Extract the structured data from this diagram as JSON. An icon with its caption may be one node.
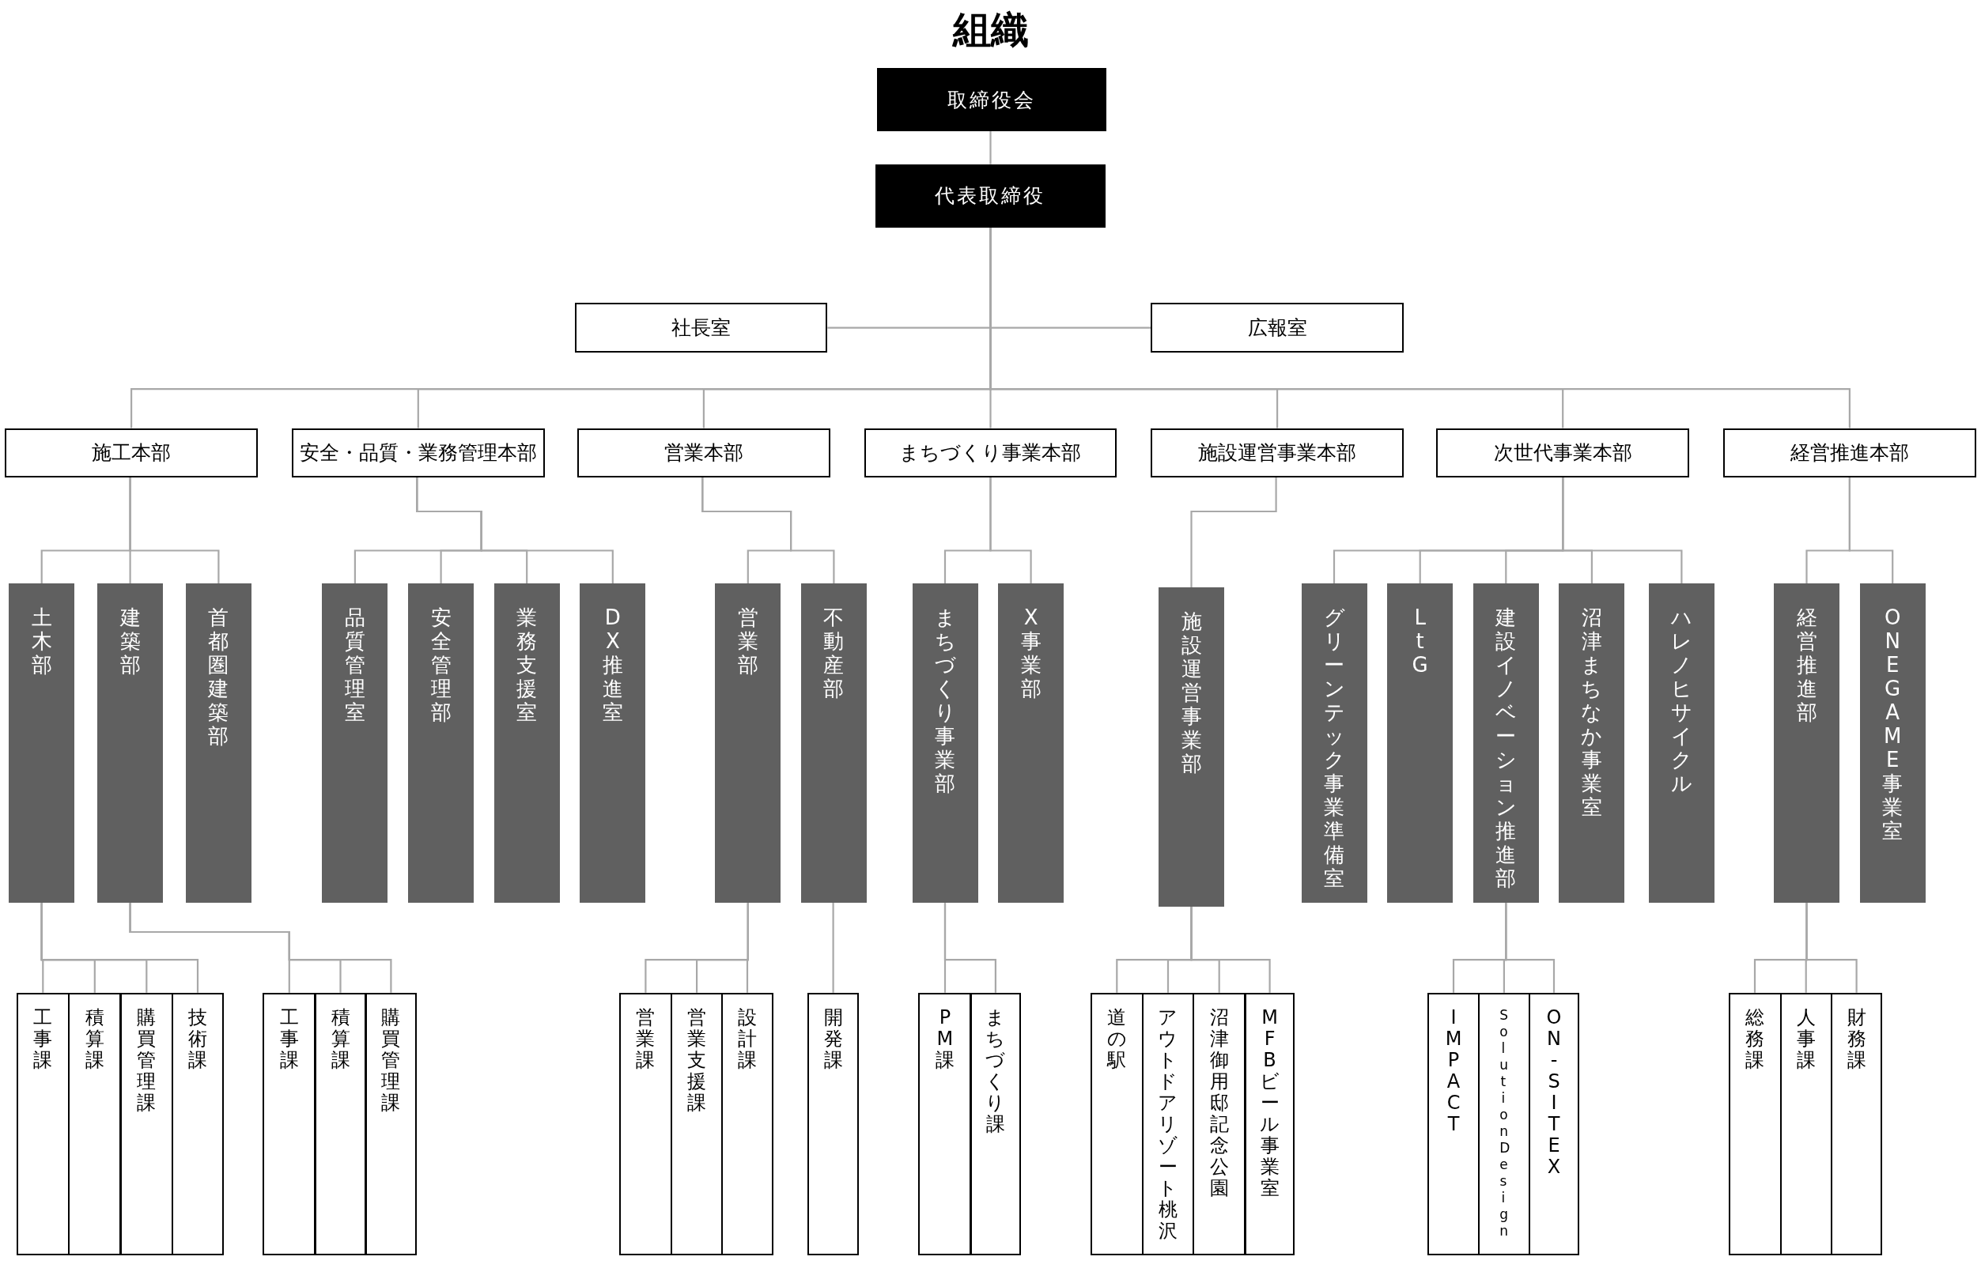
{
  "diagram": {
    "title": "組織",
    "nodes": [
      {
        "text": [
          "取締役会"
        ]
      },
      {
        "text": [
          "代表取締役"
        ]
      },
      {
        "text": [
          "社長室"
        ]
      },
      {
        "text": [
          "広報室"
        ]
      },
      {
        "text": [
          "施工本部"
        ]
      },
      {
        "text": [
          "安全・品質・業務管理本部"
        ]
      },
      {
        "text": [
          "営業本部"
        ]
      },
      {
        "text": [
          "まちづくり事業本部"
        ]
      },
      {
        "text": [
          "施設運営事業本部"
        ]
      },
      {
        "text": [
          "次世代事業本部"
        ]
      },
      {
        "text": [
          "経営推進本部"
        ]
      },
      {
        "text": [
          "土木部"
        ]
      },
      {
        "text": [
          "建築部"
        ]
      },
      {
        "text": [
          "首都圏建築部"
        ]
      },
      {
        "text": [
          "品質管理室"
        ]
      },
      {
        "text": [
          "安全管理部"
        ]
      },
      {
        "text": [
          "業務支援室"
        ]
      },
      {
        "text": [
          "DX推進室"
        ]
      },
      {
        "text": [
          "営業部"
        ]
      },
      {
        "text": [
          "不動産部"
        ]
      },
      {
        "text": [
          "まちづくり事業部"
        ]
      },
      {
        "text": [
          "X事業部"
        ]
      },
      {
        "text": [
          "施設運営事業部"
        ]
      },
      {
        "text": [
          "グリーンテック事業準備室"
        ]
      },
      {
        "text": [
          "LtG"
        ]
      },
      {
        "text": [
          "建設イノベーション推進部"
        ]
      },
      {
        "text": [
          "沼津まちなか事業室"
        ]
      },
      {
        "text": [
          "ハレノヒサイクル"
        ]
      },
      {
        "text": [
          "経営推進部"
        ]
      },
      {
        "text": [
          "ONEGAME事業室"
        ]
      },
      {
        "text": [
          "工事課"
        ]
      },
      {
        "text": [
          "積算課"
        ]
      },
      {
        "text": [
          "購買管理課"
        ]
      },
      {
        "text": [
          "技術課"
        ]
      },
      {
        "text": [
          "工事課"
        ]
      },
      {
        "text": [
          "積算課"
        ]
      },
      {
        "text": [
          "購買管理課"
        ]
      },
      {
        "text": [
          "営業課"
        ]
      },
      {
        "text": [
          "営業支援課"
        ]
      },
      {
        "text": [
          "設計課"
        ]
      },
      {
        "text": [
          "開発課"
        ]
      },
      {
        "text": [
          "PM課"
        ]
      },
      {
        "text": [
          "まちづくり課"
        ]
      },
      {
        "text": [
          "道の駅"
        ]
      },
      {
        "text": [
          "アウトドアリゾート桃沢"
        ]
      },
      {
        "text": [
          "沼津御用邸記念公園"
        ]
      },
      {
        "text": [
          "MFBビール事業室"
        ]
      },
      {
        "text": [
          "IMPACT"
        ]
      },
      {
        "text": [
          "Solution Design"
        ]
      },
      {
        "text": [
          "ON-SITE X"
        ]
      },
      {
        "text": [
          "総務課"
        ]
      },
      {
        "text": [
          "人事課"
        ]
      },
      {
        "text": [
          "財務課"
        ]
      }
    ],
    "edges": [
      {
        "from": 0,
        "to": 1,
        "arrow": "none"
      },
      {
        "from": 1,
        "to": 2,
        "arrow": "none"
      },
      {
        "from": 1,
        "to": 3,
        "arrow": "none"
      },
      {
        "from": 1,
        "to": 4,
        "arrow": "none"
      },
      {
        "from": 1,
        "to": 5,
        "arrow": "none"
      },
      {
        "from": 1,
        "to": 6,
        "arrow": "none"
      },
      {
        "from": 1,
        "to": 7,
        "arrow": "none"
      },
      {
        "from": 1,
        "to": 8,
        "arrow": "none"
      },
      {
        "from": 1,
        "to": 9,
        "arrow": "none"
      },
      {
        "from": 1,
        "to": 10,
        "arrow": "none"
      },
      {
        "from": 4,
        "to": 11,
        "arrow": "none"
      },
      {
        "from": 4,
        "to": 12,
        "arrow": "none"
      },
      {
        "from": 4,
        "to": 13,
        "arrow": "none"
      },
      {
        "from": 5,
        "to": 14,
        "arrow": "none"
      },
      {
        "from": 5,
        "to": 15,
        "arrow": "none"
      },
      {
        "from": 5,
        "to": 16,
        "arrow": "none"
      },
      {
        "from": 5,
        "to": 17,
        "arrow": "none"
      },
      {
        "from": 6,
        "to": 18,
        "arrow": "none"
      },
      {
        "from": 6,
        "to": 19,
        "arrow": "none"
      },
      {
        "from": 7,
        "to": 20,
        "arrow": "none"
      },
      {
        "from": 7,
        "to": 21,
        "arrow": "none"
      },
      {
        "from": 8,
        "to": 22,
        "arrow": "none"
      },
      {
        "from": 9,
        "to": 23,
        "arrow": "none"
      },
      {
        "from": 9,
        "to": 24,
        "arrow": "none"
      },
      {
        "from": 9,
        "to": 25,
        "arrow": "none"
      },
      {
        "from": 9,
        "to": 26,
        "arrow": "none"
      },
      {
        "from": 9,
        "to": 27,
        "arrow": "none"
      },
      {
        "from": 10,
        "to": 28,
        "arrow": "none"
      },
      {
        "from": 10,
        "to": 29,
        "arrow": "none"
      },
      {
        "from": 11,
        "to": 30,
        "arrow": "none"
      },
      {
        "from": 11,
        "to": 31,
        "arrow": "none"
      },
      {
        "from": 11,
        "to": 32,
        "arrow": "none"
      },
      {
        "from": 11,
        "to": 33,
        "arrow": "none"
      },
      {
        "from": 12,
        "to": 34,
        "arrow": "none"
      },
      {
        "from": 12,
        "to": 35,
        "arrow": "none"
      },
      {
        "from": 12,
        "to": 36,
        "arrow": "none"
      },
      {
        "from": 18,
        "to": 37,
        "arrow": "none"
      },
      {
        "from": 18,
        "to": 38,
        "arrow": "none"
      },
      {
        "from": 18,
        "to": 39,
        "arrow": "none"
      },
      {
        "from": 19,
        "to": 40,
        "arrow": "none"
      },
      {
        "from": 20,
        "to": 41,
        "arrow": "none"
      },
      {
        "from": 20,
        "to": 42,
        "arrow": "none"
      },
      {
        "from": 22,
        "to": 43,
        "arrow": "none"
      },
      {
        "from": 22,
        "to": 44,
        "arrow": "none"
      },
      {
        "from": 22,
        "to": 45,
        "arrow": "none"
      },
      {
        "from": 22,
        "to": 46,
        "arrow": "none"
      },
      {
        "from": 25,
        "to": 47,
        "arrow": "none"
      },
      {
        "from": 25,
        "to": 48,
        "arrow": "none"
      },
      {
        "from": 25,
        "to": 49,
        "arrow": "none"
      },
      {
        "from": 28,
        "to": 50,
        "arrow": "none"
      },
      {
        "from": 28,
        "to": 51,
        "arrow": "none"
      },
      {
        "from": 28,
        "to": 52,
        "arrow": "none"
      }
    ]
  }
}
